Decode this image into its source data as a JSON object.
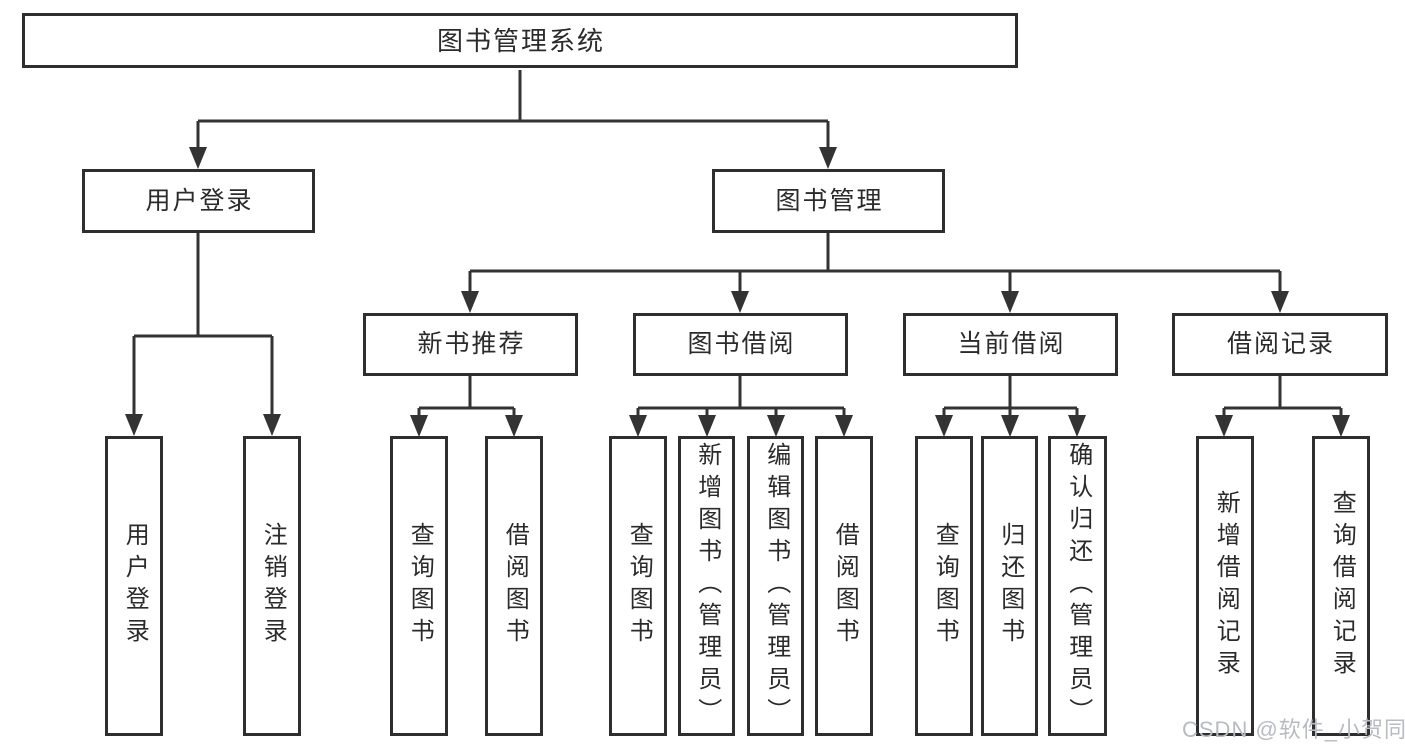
{
  "diagram": {
    "title": "图书管理系统",
    "level2": {
      "user_login": "用户登录",
      "book_management": "图书管理"
    },
    "level3": {
      "new_book_recommend": "新书推荐",
      "book_borrow": "图书借阅",
      "current_borrow": "当前借阅",
      "borrow_records": "借阅记录"
    },
    "leaves": {
      "user_login": [
        "用户登录",
        "注销登录"
      ],
      "new_book_recommend": [
        "查询图书",
        "借阅图书"
      ],
      "book_borrow": [
        "查询图书",
        "新增图书（管理员）",
        "编辑图书（管理员）",
        "借阅图书"
      ],
      "current_borrow": [
        "查询图书",
        "归还图书",
        "确认归还（管理员）"
      ],
      "borrow_records": [
        "新增借阅记录",
        "查询借阅记录"
      ]
    },
    "line_color": "#333333",
    "border_color": "#2e2e2e"
  },
  "watermark": "CSDN @软件_小贺同学"
}
